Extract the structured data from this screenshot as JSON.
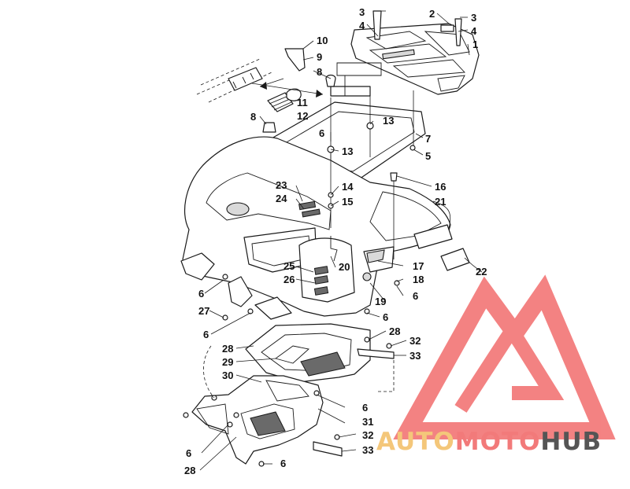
{
  "diagram": {
    "callouts": {
      "c1": "1",
      "c2": "2",
      "c3a": "3",
      "c3b": "3",
      "c4a": "4",
      "c4b": "4",
      "c5": "5",
      "c6a": "6",
      "c6b": "6",
      "c6c": "6",
      "c6d": "6",
      "c6e": "6",
      "c6f": "6",
      "c6g": "6",
      "c6h": "6",
      "c7": "7",
      "c8a": "8",
      "c8b": "8",
      "c9": "9",
      "c10": "10",
      "c11": "11",
      "c12": "12",
      "c13a": "13",
      "c13b": "13",
      "c14": "14",
      "c15": "15",
      "c16": "16",
      "c17": "17",
      "c18": "18",
      "c19": "19",
      "c20": "20",
      "c21": "21",
      "c22": "22",
      "c23": "23",
      "c24": "24",
      "c25": "25",
      "c26": "26",
      "c27": "27",
      "c28a": "28",
      "c28b": "28",
      "c28c": "28",
      "c29": "29",
      "c30": "30",
      "c31": "31",
      "c32a": "32",
      "c32b": "32",
      "c33a": "33",
      "c33b": "33"
    }
  },
  "watermark": {
    "part1": "AUTO",
    "part2": "MOTO",
    "part3": "HUB",
    "colors": {
      "auto": "#f4c77a",
      "moto": "#f27a7a",
      "hub": "#555555",
      "logo": "#f26d6d"
    }
  }
}
